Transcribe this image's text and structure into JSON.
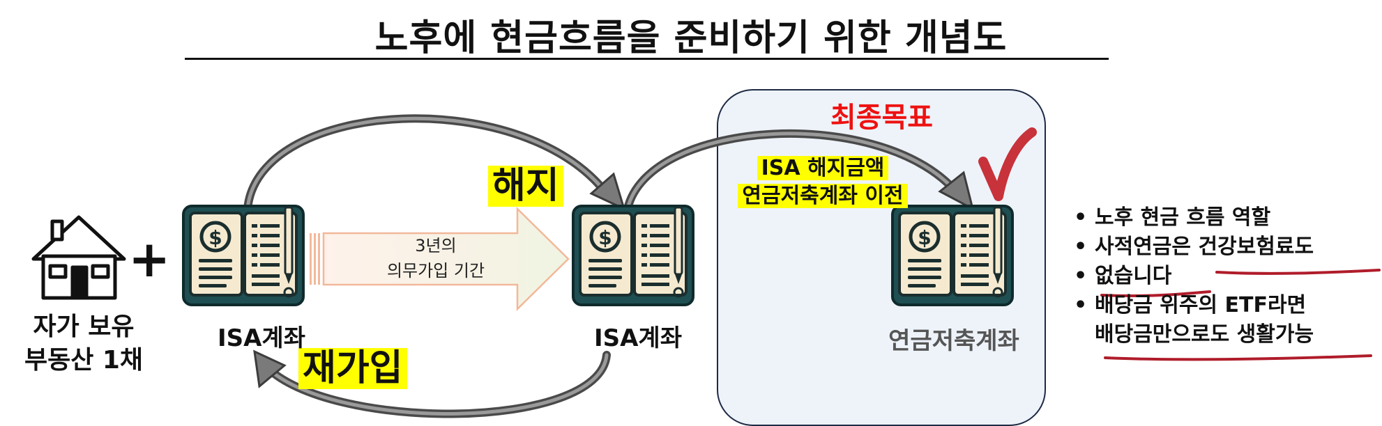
{
  "title": "노후에 현금흐름을 준비하기 위한 개념도",
  "goal": {
    "title": "최종목표"
  },
  "labels": {
    "terminate": "해지",
    "rejoin": "재가입",
    "transfer_line1": "ISA 해지금액",
    "transfer_line2": "연금저축계좌 이전",
    "period_line1": "3년의",
    "period_line2": "의무가입 기간"
  },
  "nodes": {
    "house_line1": "자가 보유",
    "house_line2": "부동산 1채",
    "plus": "+",
    "isa_account_1": "ISA계좌",
    "isa_account_2": "ISA계좌",
    "pension_account": "연금저축계좌"
  },
  "bullets": {
    "b1": "노후 현금 흐름 역할",
    "b2a": "사적연금은 ",
    "b2b": "건강보험료도",
    "b3": "없습니다",
    "b4": "배당금 위주의 ETF라면",
    "b5": "배당금만으로도 생활가능"
  },
  "colors": {
    "highlight": "#ffff00",
    "goal_text": "#ee1111",
    "goal_box_bg": "#eef3fa",
    "arrow_gray": "#555555",
    "underline": "#b01c2a",
    "checkmark": "#c8323b",
    "book_cover": "#1f4f52",
    "book_page": "#f5ead0"
  },
  "icons": [
    "house-icon",
    "ledger-book-icon",
    "checkmark-icon",
    "curved-arrow-icon",
    "block-arrow-icon"
  ]
}
